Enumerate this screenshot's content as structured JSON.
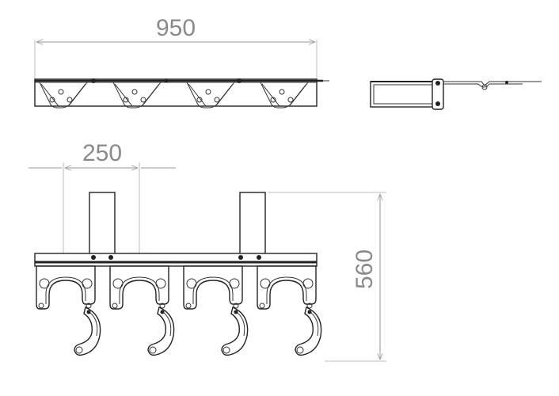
{
  "dimensions": {
    "overall_width": "950",
    "spacing": "250",
    "height": "560"
  },
  "colors": {
    "dimension": "#8a8a8a",
    "outline": "#222222",
    "background": "#ffffff"
  }
}
